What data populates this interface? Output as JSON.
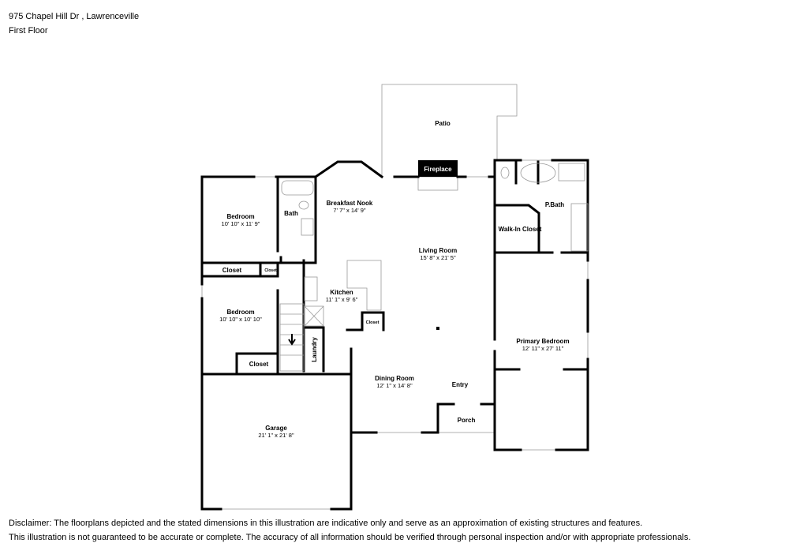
{
  "header": {
    "address": "975 Chapel Hill Dr , Lawrenceville",
    "floor": "First Floor"
  },
  "rooms": {
    "patio": {
      "name": "Patio"
    },
    "fireplace": {
      "name": "Fireplace"
    },
    "breakfast_nook": {
      "name": "Breakfast Nook",
      "dims": "7' 7\" x 14' 9\""
    },
    "bedroom1": {
      "name": "Bedroom",
      "dims": "10' 10\" x 11' 9\""
    },
    "bath": {
      "name": "Bath"
    },
    "closet1": {
      "name": "Closet"
    },
    "closet_small": {
      "name": "Closet"
    },
    "bedroom2": {
      "name": "Bedroom",
      "dims": "10' 10\" x 10' 10\""
    },
    "closet2": {
      "name": "Closet"
    },
    "kitchen": {
      "name": "Kitchen",
      "dims": "11' 1\" x 9' 6\""
    },
    "kitchen_closet": {
      "name": "Closet"
    },
    "laundry": {
      "name": "Laundry"
    },
    "living_room": {
      "name": "Living Room",
      "dims": "15' 8\" x 21' 5\""
    },
    "dining_room": {
      "name": "Dining Room",
      "dims": "12' 1\" x 14' 8\""
    },
    "entry": {
      "name": "Entry"
    },
    "porch": {
      "name": "Porch"
    },
    "garage": {
      "name": "Garage",
      "dims": "21' 1\" x 21' 8\""
    },
    "p_bath": {
      "name": "P.Bath"
    },
    "walk_in_closet": {
      "name": "Walk-In Closet"
    },
    "primary_bedroom": {
      "name": "Primary Bedroom",
      "dims": "12' 11\" x 27' 11\""
    }
  },
  "disclaimer": {
    "line1": "Disclaimer: The floorplans depicted and the stated dimensions in this illustration are indicative only and serve as an approximation of existing structures and features.",
    "line2": "This illustration is not guaranteed to be accurate or complete. The accuracy of all information should be verified through personal inspection and/or with appropriate professionals."
  }
}
